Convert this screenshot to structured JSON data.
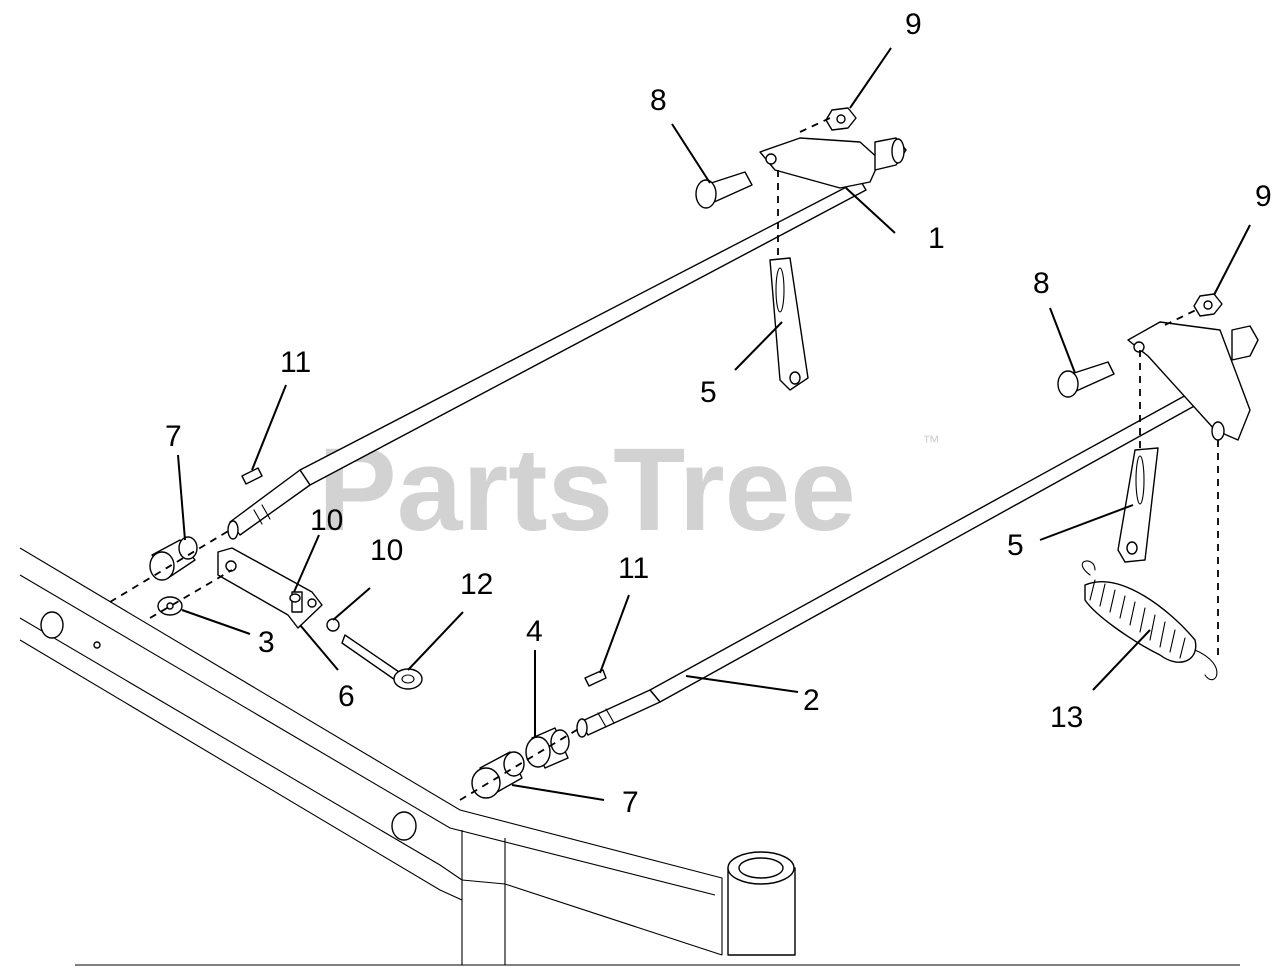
{
  "watermark": {
    "text": "PartsTree",
    "trademark": "™"
  },
  "callouts": {
    "c1": "1",
    "c2": "2",
    "c3": "3",
    "c4": "4",
    "c5a": "5",
    "c5b": "5",
    "c6": "6",
    "c7a": "7",
    "c7b": "7",
    "c8a": "8",
    "c8b": "8",
    "c9a": "9",
    "c9b": "9",
    "c10a": "10",
    "c10b": "10",
    "c11a": "11",
    "c11b": "11",
    "c12": "12",
    "c13": "13"
  },
  "colors": {
    "line": "#000000",
    "watermark": "#d2d2d2",
    "background": "#ffffff"
  }
}
